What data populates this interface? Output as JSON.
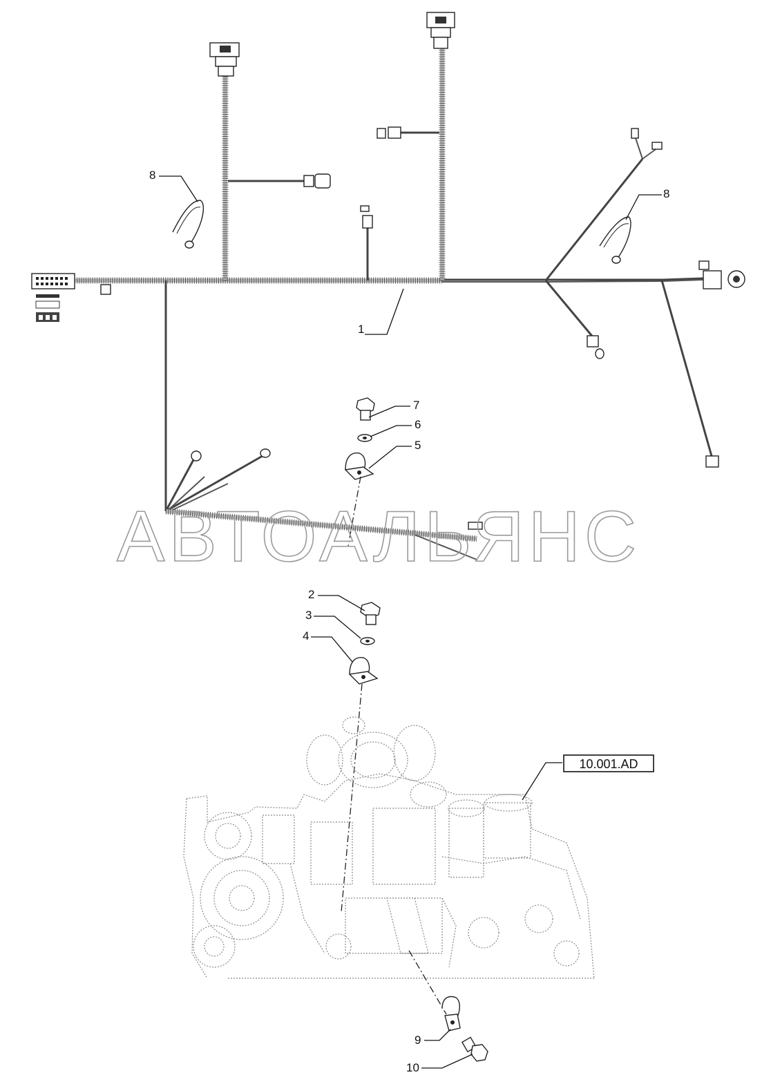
{
  "callouts": {
    "c1": "1",
    "c2": "2",
    "c3": "3",
    "c4": "4",
    "c5": "5",
    "c6": "6",
    "c7": "7",
    "c8a": "8",
    "c8b": "8",
    "c9": "9",
    "c10": "10"
  },
  "reference": {
    "engine_ref": "10.001.AD"
  },
  "watermark": {
    "text": "АВТОАЛЬЯНС"
  }
}
